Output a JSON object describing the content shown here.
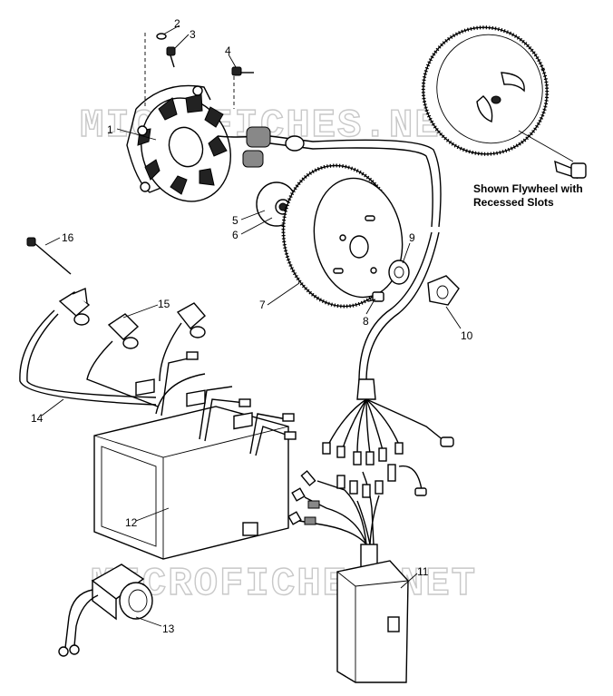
{
  "watermarks": [
    "MICROFICHES.NET",
    "MICROFICHES.NET"
  ],
  "caption": {
    "line1": "Shown Flywheel with",
    "line2": "Recessed Slots"
  },
  "callouts": [
    {
      "id": "1",
      "text": "1"
    },
    {
      "id": "2",
      "text": "2"
    },
    {
      "id": "3",
      "text": "3"
    },
    {
      "id": "4",
      "text": "4"
    },
    {
      "id": "5",
      "text": "5"
    },
    {
      "id": "6",
      "text": "6"
    },
    {
      "id": "7",
      "text": "7"
    },
    {
      "id": "8",
      "text": "8"
    },
    {
      "id": "9",
      "text": "9"
    },
    {
      "id": "10",
      "text": "10"
    },
    {
      "id": "11",
      "text": "11"
    },
    {
      "id": "12",
      "text": "12"
    },
    {
      "id": "13",
      "text": "13"
    },
    {
      "id": "14",
      "text": "14"
    },
    {
      "id": "15",
      "text": "15"
    },
    {
      "id": "16",
      "text": "16"
    }
  ]
}
